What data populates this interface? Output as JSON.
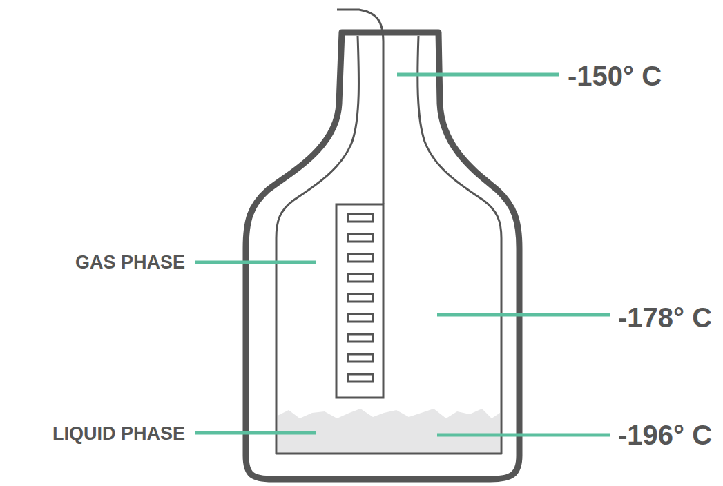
{
  "diagram": {
    "labels": [
      "-150° C",
      "GAS PHASE",
      "-178° C",
      "LIQUID PHASE",
      "-196° C"
    ]
  }
}
